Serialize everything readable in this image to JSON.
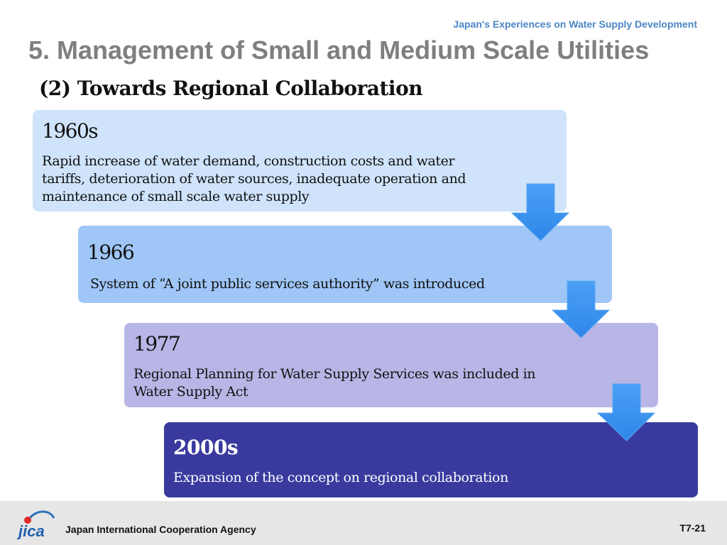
{
  "header": {
    "subtitle": "Japan's Experiences on Water Supply Development",
    "title": "5. Management of Small and Medium Scale Utilities",
    "section": "(2) Towards Regional Collaboration"
  },
  "timeline": [
    {
      "year": "1960s",
      "description": "Rapid increase of water demand, construction costs and water tariffs, deterioration of water sources, inadequate operation and maintenance of small scale water supply",
      "color": "#cfe3fb"
    },
    {
      "year": "1966",
      "description": "System of “A joint public services authority” was introduced",
      "color": "#9fc6f6"
    },
    {
      "year": "1977",
      "description": "Regional Planning for Water Supply Services was included in Water Supply Act",
      "color": "#b8b6e6"
    },
    {
      "year": "2000s",
      "description": "Expansion of the concept on regional collaboration",
      "color": "#3a3a9e"
    }
  ],
  "arrows": {
    "icon": "down-arrow-icon",
    "color": "#3f95f0"
  },
  "footer": {
    "logo_text": "jica",
    "agency": "Japan International Cooperation Agency",
    "page": "T7-21"
  }
}
